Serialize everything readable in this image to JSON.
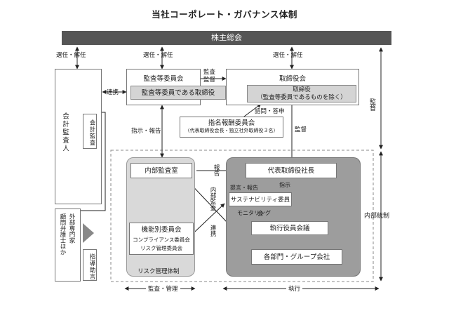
{
  "title": "当社コーポレート・ガバナンス体制",
  "shareholders": "株主総会",
  "election_labels": [
    "選任・解任",
    "選任・解任",
    "選任・解任"
  ],
  "audit_committee": "監査等委員会",
  "audit_director": "監査等委員である取締役",
  "board": "取締役会",
  "board_director_line1": "取締役",
  "board_director_line2": "（監査等委員であるものを除く）",
  "audit_supervise": "監査\n監督",
  "accountant": "会計監査人",
  "accounting_audit": "会計監査",
  "coordination": "連携",
  "nomination_committee": "指名報酬委員会",
  "nomination_sub": "（代表取締役会長・独立社外取締役３名）",
  "consult_report": "諮問・答申",
  "instruct_report": "指示・報告",
  "supervision": "監督",
  "audit_right": "監督",
  "internal_audit": "内部監査室",
  "report": "報告",
  "internal_audit_vertical": "内部監査",
  "coordination2": "連携",
  "ceo": "代表取締役社長",
  "proposal_report": "提言・報告",
  "instruction": "指示",
  "sustainability": "サステナビリティ委員会",
  "monitoring": "モニタリング",
  "exec_meeting": "執行役員会議",
  "functional_committee": "機能別委員会",
  "compliance_committee": "コンプライアンス委員会",
  "risk_committee": "リスク管理委員会",
  "risk_system": "リスク管理体制",
  "departments": "各部門・グループ会社",
  "external_experts": "外部専門家\n顧問弁護士ほか",
  "guidance": "指導助言",
  "internal_control": "内部統制",
  "audit_management": "監査・管理",
  "execution": "執行"
}
